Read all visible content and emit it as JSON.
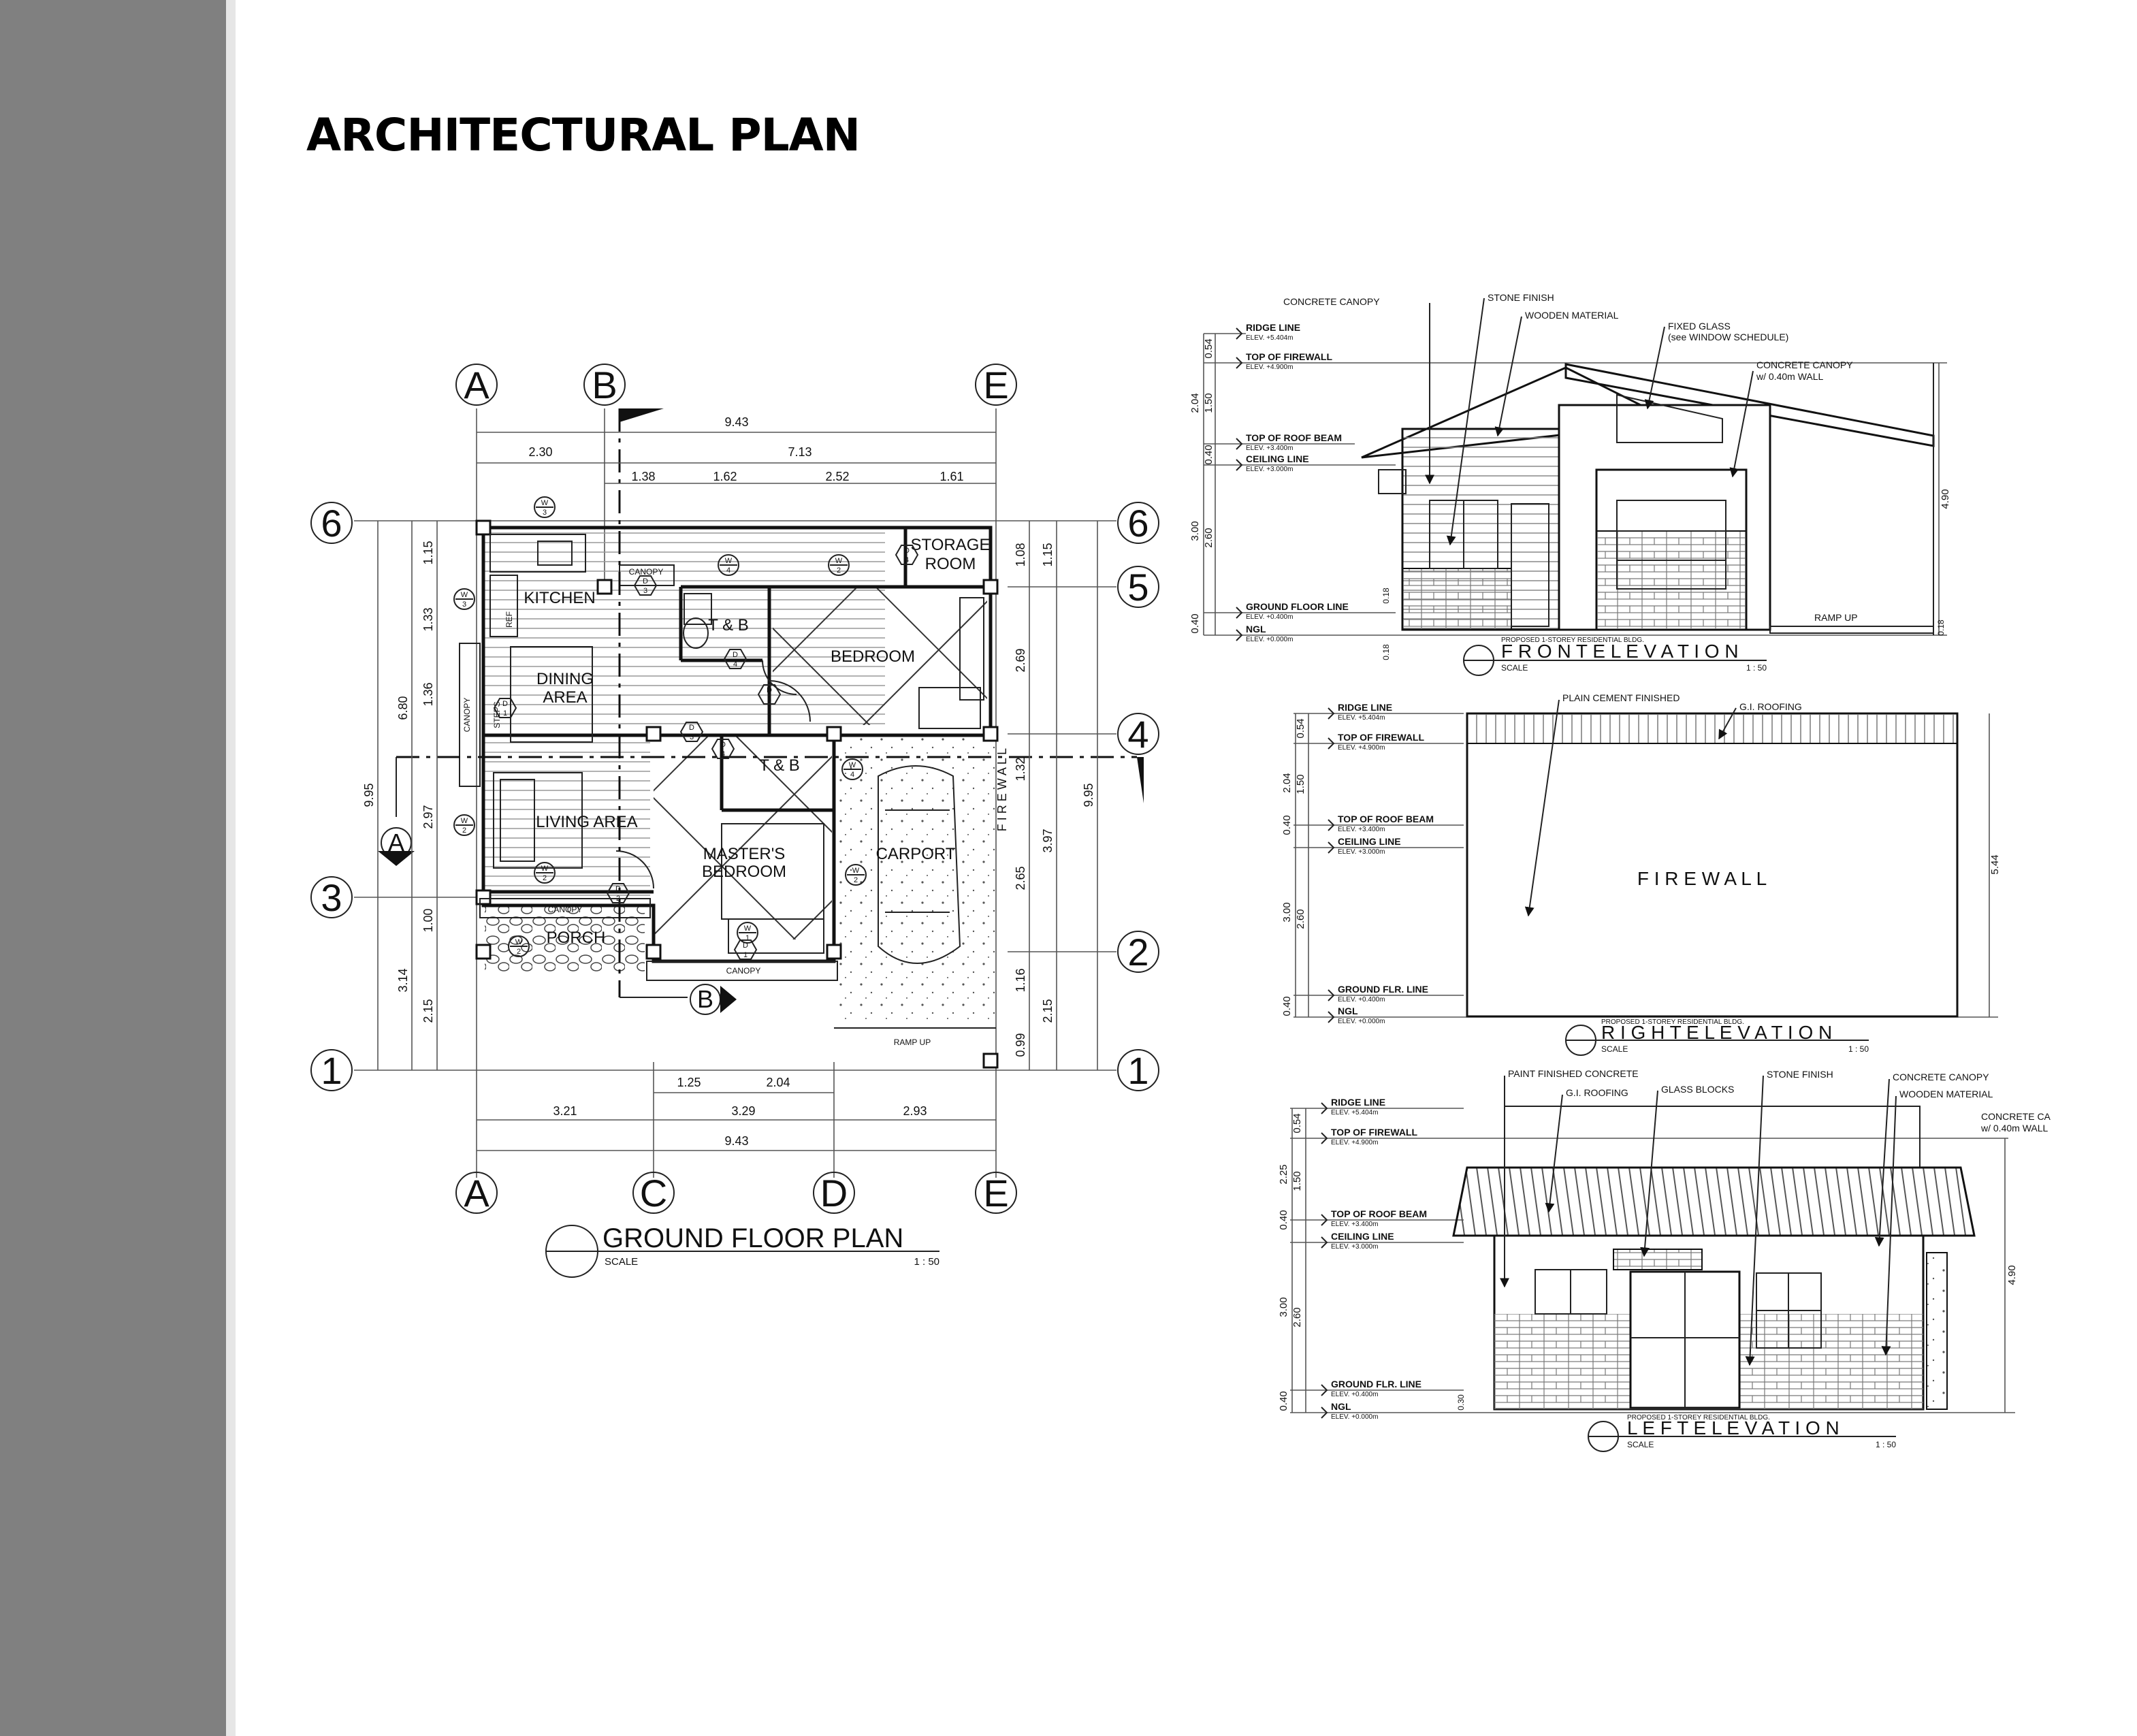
{
  "page": {
    "title": "ARCHITECTURAL PLAN"
  },
  "plan": {
    "title": "GROUND FLOOR PLAN",
    "scale_label": "SCALE",
    "scale": "1 : 50",
    "grid_top": [
      "A",
      "B",
      "E"
    ],
    "grid_bottom": [
      "A",
      "C",
      "D",
      "E"
    ],
    "grid_left": [
      "6",
      "3",
      "1"
    ],
    "grid_right": [
      "6",
      "5",
      "4",
      "2",
      "1"
    ],
    "section_marks": [
      "A",
      "B"
    ],
    "dims_top_total": "9.43",
    "dims_top_row2": [
      "2.30",
      "7.13"
    ],
    "dims_top_row3": [
      "1.38",
      "1.62",
      "2.52",
      "1.61"
    ],
    "dims_bottom_row1": [
      "1.25",
      "2.04"
    ],
    "dims_bottom_row2": [
      "3.21",
      "3.29",
      "2.93"
    ],
    "dims_bottom_total": "9.43",
    "dims_left_outer": "9.95",
    "dims_left_mid": [
      "6.80",
      "3.14"
    ],
    "dims_left_inner": [
      "1.15",
      "1.33",
      "1.36",
      "2.97",
      "1.00",
      "2.15"
    ],
    "dims_right_inner": [
      "1.08",
      "2.69",
      "1.32",
      "2.65",
      "1.16",
      "0.99"
    ],
    "dims_right_mid": [
      "1.15",
      "3.97",
      "2.15"
    ],
    "dims_right_outer": "9.95",
    "rooms": [
      "KITCHEN",
      "DINING AREA",
      "LIVING AREA",
      "PORCH",
      "T & B",
      "BEDROOM",
      "STORAGE ROOM",
      "T & B",
      "MASTER'S BEDROOM",
      "CARPORT"
    ],
    "labels": {
      "canopy": "CANOPY",
      "ref": "REF",
      "firewall": "F I R E W A L L",
      "ramp": "RAMP UP",
      "steps": "STEPS"
    },
    "tags": [
      {
        "t": "W",
        "n": "3"
      },
      {
        "t": "W",
        "n": "3"
      },
      {
        "t": "D",
        "n": "3"
      },
      {
        "t": "W",
        "n": "4"
      },
      {
        "t": "W",
        "n": "2"
      },
      {
        "t": "D",
        "n": "4"
      },
      {
        "t": "D",
        "n": "4"
      },
      {
        "t": "D",
        "n": "3"
      },
      {
        "t": "D",
        "n": "1"
      },
      {
        "t": "D",
        "n": "3"
      },
      {
        "t": "D",
        "n": "4"
      },
      {
        "t": "W",
        "n": "4"
      },
      {
        "t": "W",
        "n": "2"
      },
      {
        "t": "W",
        "n": "2"
      },
      {
        "t": "D",
        "n": "2"
      },
      {
        "t": "W",
        "n": "1"
      },
      {
        "t": "W",
        "n": "2"
      },
      {
        "t": "D",
        "n": "1"
      },
      {
        "t": "W",
        "n": "2"
      }
    ]
  },
  "front": {
    "title": "F R O N T  E L E V A T I O N",
    "project": "PROPOSED 1-STOREY RESIDENTIAL BLDG.",
    "scale_label": "SCALE",
    "scale": "1 : 50",
    "callouts": [
      "CONCRETE CANOPY",
      "STONE FINISH",
      "WOODEN MATERIAL",
      "FIXED GLASS",
      "(see WINDOW SCHEDULE)",
      "CONCRETE CANOPY",
      "w/ 0.40m WALL",
      "RAMP UP"
    ],
    "levels": [
      {
        "name": "RIDGE LINE",
        "elev": "ELEV. +5.404m"
      },
      {
        "name": "TOP OF FIREWALL",
        "elev": "ELEV. +4.900m"
      },
      {
        "name": "TOP OF ROOF BEAM",
        "elev": "ELEV. +3.400m"
      },
      {
        "name": "CEILING LINE",
        "elev": "ELEV. +3.000m"
      },
      {
        "name": "GROUND FLOOR LINE",
        "elev": "ELEV. +0.400m"
      },
      {
        "name": "NGL",
        "elev": "ELEV. +0.000m"
      }
    ],
    "dims": [
      "0.54",
      "2.04",
      "1.50",
      "0.40",
      "3.00",
      "2.60",
      "0.40",
      "4.90",
      "0.18",
      "0.18",
      "0.18"
    ]
  },
  "right": {
    "title": "R I G H T  E L E V A T I O N",
    "project": "PROPOSED 1-STOREY RESIDENTIAL BLDG.",
    "scale_label": "SCALE",
    "scale": "1 : 50",
    "callouts": [
      "PLAIN CEMENT FINISHED",
      "G.I. ROOFING"
    ],
    "wall_label": "F I R E W A L L",
    "levels": [
      {
        "name": "RIDGE LINE",
        "elev": "ELEV. +5.404m"
      },
      {
        "name": "TOP OF FIREWALL",
        "elev": "ELEV. +4.900m"
      },
      {
        "name": "TOP OF ROOF BEAM",
        "elev": "ELEV. +3.400m"
      },
      {
        "name": "CEILING LINE",
        "elev": "ELEV. +3.000m"
      },
      {
        "name": "GROUND FLR. LINE",
        "elev": "ELEV. +0.400m"
      },
      {
        "name": "NGL",
        "elev": "ELEV. +0.000m"
      }
    ],
    "dims": [
      "0.54",
      "2.04",
      "1.50",
      "0.40",
      "3.00",
      "2.60",
      "0.40",
      "5.44"
    ]
  },
  "left": {
    "title": "L E F T  E L E V A T I O N",
    "project": "PROPOSED 1-STOREY RESIDENTIAL BLDG.",
    "scale_label": "SCALE",
    "scale": "1 : 50",
    "callouts": [
      "PAINT FINISHED CONCRETE",
      "G.I. ROOFING",
      "GLASS BLOCKS",
      "STONE FINISH",
      "CONCRETE CANOPY",
      "WOODEN MATERIAL",
      "CONCRETE CA",
      "w/ 0.40m WALL"
    ],
    "levels": [
      {
        "name": "RIDGE LINE",
        "elev": "ELEV. +5.404m"
      },
      {
        "name": "TOP OF FIREWALL",
        "elev": "ELEV. +4.900m"
      },
      {
        "name": "TOP OF ROOF BEAM",
        "elev": "ELEV. +3.400m"
      },
      {
        "name": "CEILING LINE",
        "elev": "ELEV. +3.000m"
      },
      {
        "name": "GROUND FLR. LINE",
        "elev": "ELEV. +0.400m"
      },
      {
        "name": "NGL",
        "elev": "ELEV. +0.000m"
      }
    ],
    "dims": [
      "0.54",
      "2.25",
      "1.50",
      "0.40",
      "3.00",
      "2.60",
      "0.40",
      "4.90",
      "0.30"
    ]
  }
}
